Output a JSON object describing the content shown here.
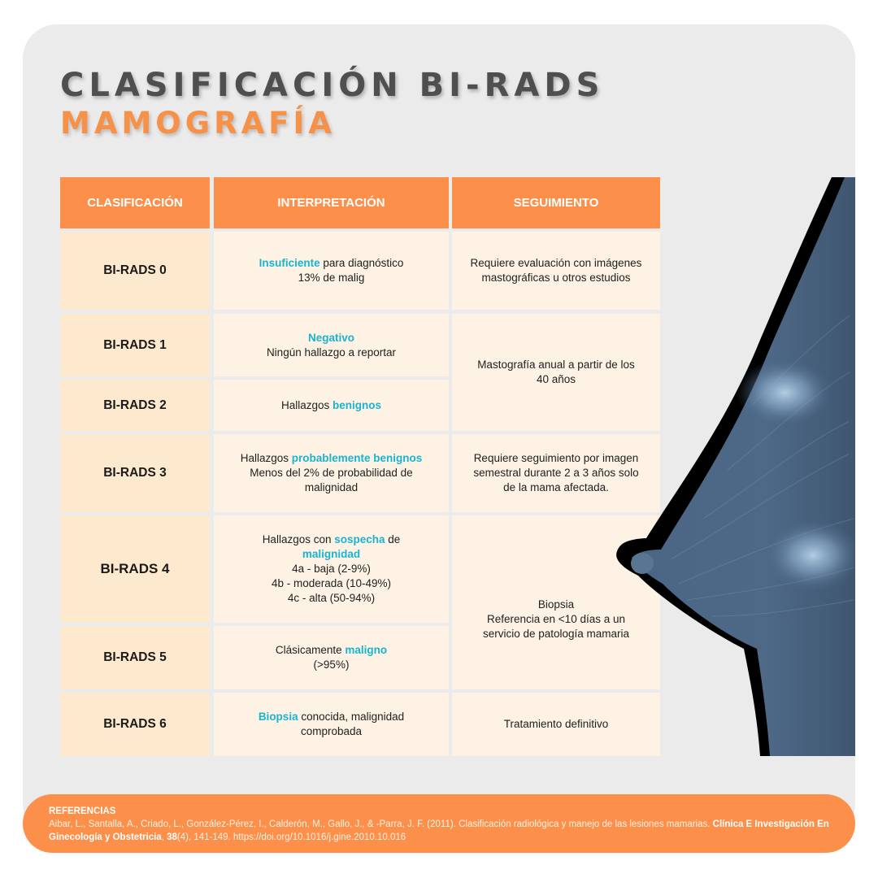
{
  "header": {
    "title_line1": "CLASIFICACIÓN BI-RADS",
    "title_line2": "MAMOGRAFÍA"
  },
  "table": {
    "columns": [
      "CLASIFICACIÓN",
      "INTERPRETACIÓN",
      "SEGUIMIENTO"
    ],
    "rows": [
      {
        "category": "BI-RADS 0",
        "interp_highlight": "Insuficiente",
        "interp_rest": " para diagnóstico",
        "interp_line2": "13% de malig",
        "followup": "Requiere evaluación con imágenes mastográficas u otros estudios"
      },
      {
        "category": "BI-RADS 1",
        "interp_highlight": "Negativo",
        "interp_line2": "Ningún hallazgo a reportar"
      },
      {
        "category": "BI-RADS 2",
        "interp_pre": "Hallazgos ",
        "interp_highlight": "benignos"
      },
      {
        "category": "BI-RADS 3",
        "interp_pre": "Hallazgos ",
        "interp_highlight": "probablemente benignos",
        "interp_line2": "Menos del 2% de probabilidad de malignidad",
        "followup": "Requiere seguimiento por imagen semestral durante 2 a 3 años solo de la mama afectada."
      },
      {
        "category": "BI-RADS 4",
        "interp_pre": "Hallazgos con ",
        "interp_highlight": "sospecha",
        "interp_post": " de",
        "interp_highlight2": "malignidad",
        "interp_sub": [
          "4a - baja (2-9%)",
          "4b - moderada (10-49%)",
          "4c - alta (50-94%)"
        ]
      },
      {
        "category": "BI-RADS 5",
        "interp_pre": "Clásicamente ",
        "interp_highlight": "maligno",
        "interp_line2": "(>95%)"
      },
      {
        "category": "BI-RADS 6",
        "interp_highlight": "Biopsia",
        "interp_rest": " conocida, malignidad comprobada",
        "followup": "Tratamiento definitivo"
      }
    ],
    "followup_1_2": "Mastografía anual a partir de los 40 años",
    "followup_4_5_line1": "Biopsia",
    "followup_4_5_line2": "Referencia en  <10 días a un servicio de patología mamaria"
  },
  "references": {
    "label": "REFERENCIAS",
    "text_plain": "Aibar, L., Santalla, A., Criado, L., González-Pérez, I., Calderón, M., Gallo, J., & -Parra, J. F. (2011). Clasificación radiológica y manejo de las lesiones mamarias. ",
    "journal": "Clínica E Investigación En Ginecología y Obstetricia",
    "sep": ", ",
    "volume": "38",
    "pages_doi": "(4), 141-149. https://doi.org/10.1016/j.gine.2010.10.016"
  },
  "colors": {
    "accent_orange": "#fc8f4a",
    "highlight_cyan": "#19b4d0",
    "title_gray": "#4f4f4f",
    "card_bg": "#ebebeb",
    "col1_bg": "#fde9cd",
    "cell_bg": "#fdf2e3"
  },
  "illustration": {
    "icon": "mammogram-breast-illustration"
  }
}
